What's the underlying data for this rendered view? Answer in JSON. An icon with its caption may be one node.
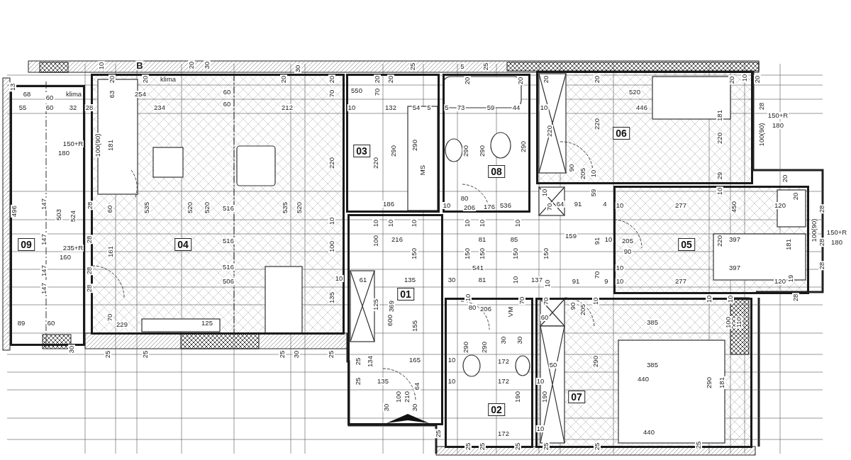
{
  "diagram": {
    "nodes": [
      {
        "text": [
          "09"
        ]
      },
      {
        "text": [
          "04"
        ]
      },
      {
        "text": [
          "03"
        ]
      },
      {
        "text": [
          "08"
        ]
      },
      {
        "text": [
          "01"
        ]
      },
      {
        "text": [
          "06"
        ]
      },
      {
        "text": [
          "05"
        ]
      },
      {
        "text": [
          "07"
        ]
      },
      {
        "text": [
          "02"
        ]
      }
    ],
    "labels": [
      "10",
      "B",
      "klima",
      "20",
      "20",
      "13",
      "68",
      "klima",
      "60",
      "63",
      "254",
      "55",
      "60",
      "32",
      "28",
      "234",
      "150+R",
      "180",
      "100(90)",
      "181",
      "496",
      "147",
      "503",
      "524",
      "28",
      "60",
      "535",
      "147",
      "28",
      "235+R",
      "160",
      "161",
      "147",
      "28",
      "147",
      "28",
      "89",
      "60",
      "70",
      "229",
      "30",
      "25",
      "25",
      "20",
      "30",
      "20",
      "30",
      "20",
      "60",
      "70",
      "60",
      "212",
      "220",
      "520",
      "520",
      "516",
      "535",
      "520",
      "10",
      "516",
      "100",
      "516",
      "506",
      "10",
      "135",
      "125",
      "25",
      "30",
      "25",
      "25",
      "5",
      "25",
      "20",
      "20",
      "550",
      "70",
      "20",
      "20",
      "10",
      "132",
      "54",
      "5",
      "5",
      "73",
      "59",
      "44",
      "220",
      "290",
      "290",
      "MS",
      "290",
      "290",
      "290",
      "186",
      "10",
      "80",
      "206",
      "176",
      "536",
      "10",
      "10",
      "10",
      "10",
      "10",
      "10",
      "100",
      "216",
      "81",
      "85",
      "150",
      "150",
      "150",
      "150",
      "541",
      "61",
      "135",
      "30",
      "81",
      "10",
      "137",
      "125",
      "369",
      "10",
      "80",
      "206",
      "VM",
      "70",
      "600",
      "155",
      "30",
      "30",
      "25",
      "134",
      "165",
      "10",
      "290",
      "290",
      "172",
      "25",
      "135",
      "100",
      "210",
      "64",
      "10",
      "172",
      "190",
      "30",
      "30",
      "25",
      "172",
      "25",
      "25",
      "25",
      "20",
      "20",
      "520",
      "10",
      "446",
      "220",
      "220",
      "90",
      "205",
      "10",
      "10",
      "59",
      "70",
      "64",
      "91",
      "4",
      "10",
      "277",
      "159",
      "91",
      "10",
      "205",
      "90",
      "150",
      "70",
      "10",
      "91",
      "9",
      "10",
      "10",
      "277",
      "70",
      "90",
      "205",
      "10",
      "60",
      "385",
      "290",
      "50",
      "385",
      "10",
      "440",
      "190",
      "10",
      "440",
      "25",
      "25",
      "20",
      "10",
      "20",
      "28",
      "181",
      "100(90)",
      "150+R",
      "180",
      "220",
      "29",
      "20",
      "20",
      "10",
      "450",
      "120",
      "28",
      "220",
      "397",
      "181",
      "100(90)",
      "28",
      "150+R",
      "180",
      "397",
      "28",
      "120",
      "19",
      "10",
      "10",
      "28",
      "100",
      "110",
      "290",
      "181",
      "25"
    ]
  }
}
